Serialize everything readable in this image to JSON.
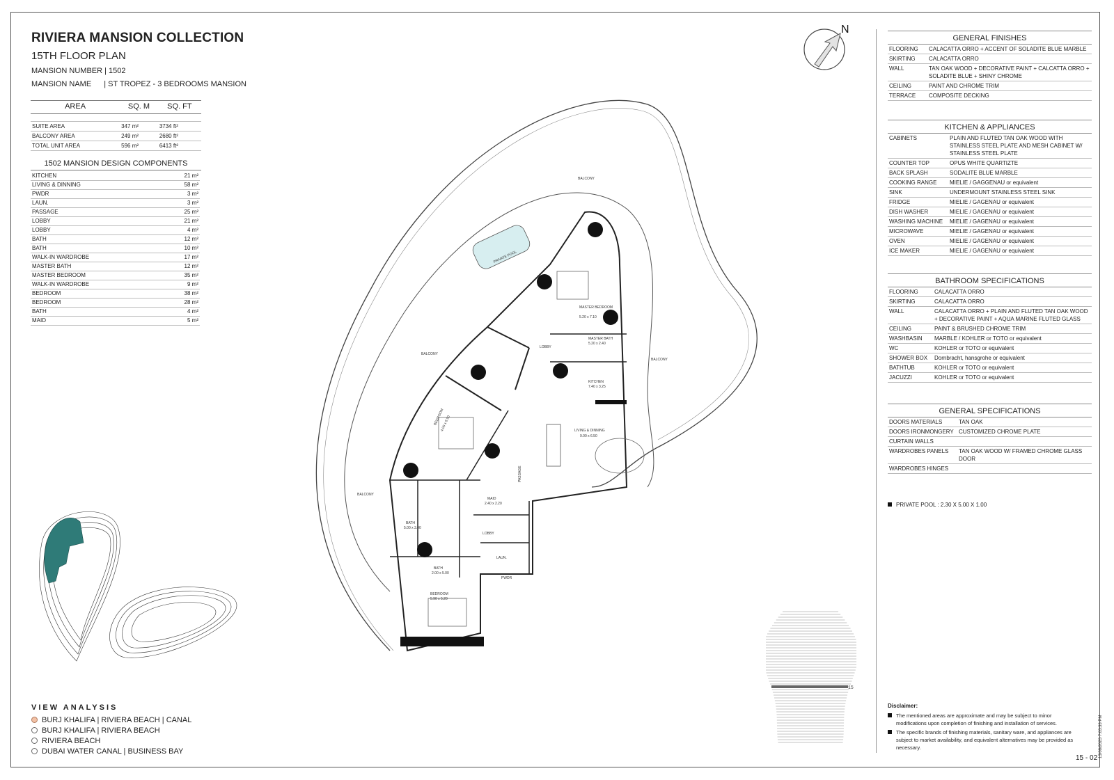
{
  "header": {
    "title": "RIVIERA MANSION COLLECTION",
    "subtitle": "15TH FLOOR PLAN",
    "mansion_number": "MANSION NUMBER | 1502",
    "mansion_name_label": "MANSION NAME",
    "mansion_name_value": "| ST TROPEZ - 3 BEDROOMS MANSION"
  },
  "compass": {
    "label": "N"
  },
  "area_table": {
    "headers": [
      "AREA",
      "SQ. M",
      "SQ. FT"
    ],
    "rows": [
      [
        "SUITE AREA",
        "347 m²",
        "3734 ft²"
      ],
      [
        "BALCONY AREA",
        "249 m²",
        "2680 ft²"
      ],
      [
        "TOTAL UNIT AREA",
        "596 m²",
        "6413 ft²"
      ]
    ]
  },
  "components": {
    "title": "1502 MANSION DESIGN COMPONENTS",
    "rows": [
      [
        "KITCHEN",
        "21 m²"
      ],
      [
        "LIVING & DINNING",
        "58 m²"
      ],
      [
        "PWDR",
        "3 m²"
      ],
      [
        "LAUN.",
        "3 m²"
      ],
      [
        "PASSAGE",
        "25 m²"
      ],
      [
        "LOBBY",
        "21 m²"
      ],
      [
        "LOBBY",
        "4 m²"
      ],
      [
        "BATH",
        "12 m²"
      ],
      [
        "BATH",
        "10 m²"
      ],
      [
        "WALK-IN WARDROBE",
        "17 m²"
      ],
      [
        "MASTER BATH",
        "12 m²"
      ],
      [
        "MASTER BEDROOM",
        "35 m²"
      ],
      [
        "WALK-IN WARDROBE",
        "9 m²"
      ],
      [
        "BEDROOM",
        "38 m²"
      ],
      [
        "BEDROOM",
        "28 m²"
      ],
      [
        "BATH",
        "4 m²"
      ],
      [
        "MAID",
        "5 m²"
      ]
    ]
  },
  "general_finishes": {
    "title": "GENERAL FINISHES",
    "rows": [
      [
        "FLOORING",
        "CALACATTA ORRO + ACCENT OF SOLADITE BLUE MARBLE"
      ],
      [
        "SKIRTING",
        "CALACATTA ORRO"
      ],
      [
        "WALL",
        "TAN OAK WOOD + DECORATIVE PAINT + CALCATTA ORRO + SOLADITE BLUE + SHINY CHROME"
      ],
      [
        "CEILING",
        "PAINT AND CHROME TRIM"
      ],
      [
        "TERRACE",
        "COMPOSITE DECKING"
      ]
    ]
  },
  "kitchen": {
    "title": "KITCHEN & APPLIANCES",
    "rows": [
      [
        "CABINETS",
        "PLAIN AND FLUTED TAN OAK WOOD WITH STAINLESS STEEL PLATE AND MESH CABINET W/ STAINLESS STEEL PLATE"
      ],
      [
        "COUNTER TOP",
        "OPUS WHITE QUARTIZTE"
      ],
      [
        "BACK SPLASH",
        "SODALITE BLUE MARBLE"
      ],
      [
        "COOKING RANGE",
        "MIELIE / GAGGENAU or equivalent"
      ],
      [
        "SINK",
        "UNDERMOUNT STAINLESS STEEL SINK"
      ],
      [
        "FRIDGE",
        "MIELIE / GAGENAU or equivalent"
      ],
      [
        "DISH WASHER",
        "MIELIE / GAGENAU or equivalent"
      ],
      [
        "WASHING MACHINE",
        "MIELIE / GAGENAU or equivalent"
      ],
      [
        "MICROWAVE",
        "MIELIE / GAGENAU or equivalent"
      ],
      [
        "OVEN",
        "MIELIE / GAGENAU or equivalent"
      ],
      [
        "ICE MAKER",
        "MIELIE / GAGENAU or equivalent"
      ]
    ]
  },
  "bathroom": {
    "title": "BATHROOM SPECIFICATIONS",
    "rows": [
      [
        "FLOORING",
        "CALACATTA ORRO"
      ],
      [
        "SKIRTING",
        "CALACATTA ORRO"
      ],
      [
        "WALL",
        "CALACATTA ORRO + PLAIN AND FLUTED TAN OAK WOOD + DECORATIVE PAINT + AQUA MARINE FLUTED GLASS"
      ],
      [
        "CEILING",
        "PAINT & BRUSHED CHROME TRIM"
      ],
      [
        "WASHBASIN",
        "MARBLE / KOHLER or TOTO or equivalent"
      ],
      [
        "WC",
        "KOHLER or TOTO or equivalent"
      ],
      [
        "SHOWER BOX",
        "Dornbracht, hansgrohe or equivalent"
      ],
      [
        "BATHTUB",
        "KOHLER or TOTO or equivalent"
      ],
      [
        "JACUZZI",
        "KOHLER or TOTO or equivalent"
      ]
    ]
  },
  "general_specs": {
    "title": "GENERAL SPECIFICATIONS",
    "rows": [
      [
        "DOORS MATERIALS",
        "TAN OAK"
      ],
      [
        "DOORS IRONMONGERY",
        "CUSTOMIZED CHROME PLATE"
      ],
      [
        "CURTAIN WALLS",
        ""
      ],
      [
        "WARDROBES PANELS",
        "TAN OAK WOOD W/ FRAMED CHROME GLASS DOOR"
      ],
      [
        "WARDROBES HINGES",
        ""
      ]
    ]
  },
  "pool_note": "PRIVATE POOL :  2.30 X 5.00 X 1.00",
  "view_analysis": {
    "title": "VIEW ANALYSIS",
    "items": [
      {
        "label": "BURJ KHALIFA | RIVIERA BEACH | CANAL",
        "selected": true
      },
      {
        "label": "BURJ KHALIFA | RIVIERA BEACH",
        "selected": false
      },
      {
        "label": "RIVIERA BEACH",
        "selected": false
      },
      {
        "label": "DUBAI WATER CANAL | BUSINESS BAY",
        "selected": false
      }
    ]
  },
  "plan_labels": {
    "balcony": "BALCONY",
    "lobby": "LOBBY",
    "master_bedroom": "MASTER BEDROOM",
    "master_bedroom_dim": "5.20 x 7.10",
    "master_bath": "MASTER BATH",
    "master_bath_dim": "5.20 x 2.40",
    "kitchen": "KITCHEN",
    "kitchen_dim": "7.40 x 3.25",
    "living": "LIVING & DINNING",
    "living_dim": "9.00 x 6.50",
    "bedroom": "BEDROOM",
    "bedroom1_dim": "4.00 x 8.50",
    "bedroom2_dim": "5.90 x 5.20",
    "bath": "BATH",
    "bath1_dim": "5.00 x 3.00",
    "bath2_dim": "2.00 x 5.00",
    "maid": "MAID",
    "maid_dim": "2.40 x 2.20",
    "laun": "LAUN.",
    "pwdr": "PWDR",
    "passage": "PASSAGE",
    "pool": "PRIVATE POOL",
    "floor_marker": "15"
  },
  "disclaimer": {
    "title": "Disclaimer:",
    "items": [
      "The mentioned areas are approximate and may be subject to minor modifications upon completion of finishing and installation of services.",
      "The specific brands of finishing materials, sanitary ware, and appliances are subject to market availability, and equivalent alternatives may be provided as necessary."
    ]
  },
  "page_number": "15 - 02",
  "stamp": "13/08/2023 7:03:33 PM",
  "colors": {
    "pool_fill": "#d7eef0",
    "view_selected": "#f3c2a6",
    "site_teal": "#2f7b78"
  }
}
